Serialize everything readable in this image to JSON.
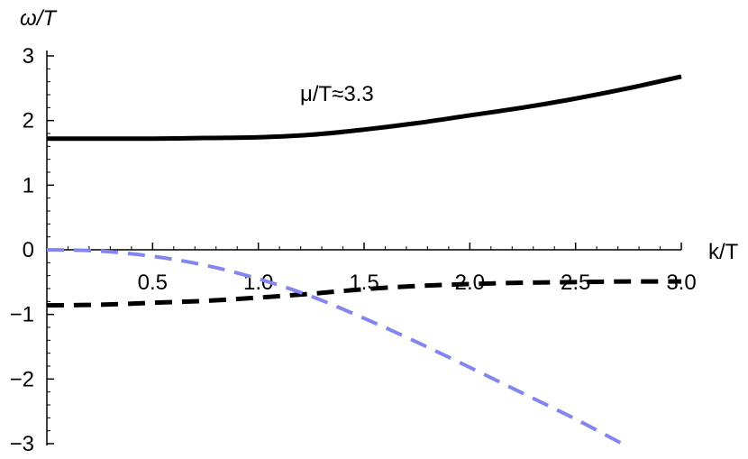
{
  "chart_data": {
    "type": "line",
    "xlabel": "k/T",
    "ylabel": "ω/T",
    "xlim": [
      0,
      3.0
    ],
    "ylim": [
      -3,
      3
    ],
    "x_ticks": [
      "0.5",
      "1.0",
      "1.5",
      "2.0",
      "2.5",
      "3.0"
    ],
    "y_ticks": [
      "3",
      "2",
      "1",
      "0",
      "−1",
      "−2",
      "−3"
    ],
    "annotation": "μ/T≈3.3",
    "series": [
      {
        "style": "solid",
        "color": "#000000",
        "x": [
          0,
          0.25,
          0.5,
          0.75,
          1.0,
          1.25,
          1.5,
          1.75,
          2.0,
          2.25,
          2.5,
          2.75,
          3.0
        ],
        "y": [
          1.72,
          1.72,
          1.72,
          1.73,
          1.74,
          1.78,
          1.86,
          1.96,
          2.08,
          2.2,
          2.34,
          2.5,
          2.68
        ]
      },
      {
        "style": "dashed",
        "color": "#000000",
        "x": [
          0,
          0.25,
          0.5,
          0.75,
          1.0,
          1.25,
          1.5,
          1.75,
          2.0,
          2.25,
          2.5,
          2.75,
          3.0
        ],
        "y": [
          -0.86,
          -0.85,
          -0.82,
          -0.79,
          -0.74,
          -0.68,
          -0.61,
          -0.56,
          -0.53,
          -0.51,
          -0.5,
          -0.49,
          -0.49
        ]
      },
      {
        "style": "dashed",
        "color": "#8585f0",
        "x": [
          0,
          0.25,
          0.5,
          0.75,
          1.0,
          1.25,
          1.5,
          1.75,
          2.0,
          2.25,
          2.5,
          2.72
        ],
        "y": [
          0,
          -0.02,
          -0.1,
          -0.24,
          -0.45,
          -0.72,
          -1.06,
          -1.43,
          -1.82,
          -2.22,
          -2.62,
          -3.0
        ]
      }
    ]
  }
}
